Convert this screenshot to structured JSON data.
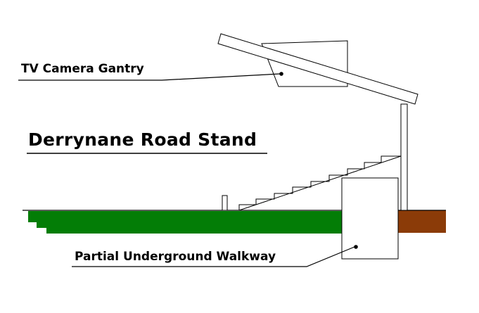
{
  "diagram": {
    "title": "Derrynane Road Stand",
    "labels": {
      "gantry": "TV Camera Gantry",
      "walkway": "Partial Underground Walkway"
    },
    "colors": {
      "pitch_grass": "#037d06",
      "soil": "#8b3b08",
      "outline": "#000000",
      "background": "#ffffff"
    }
  }
}
